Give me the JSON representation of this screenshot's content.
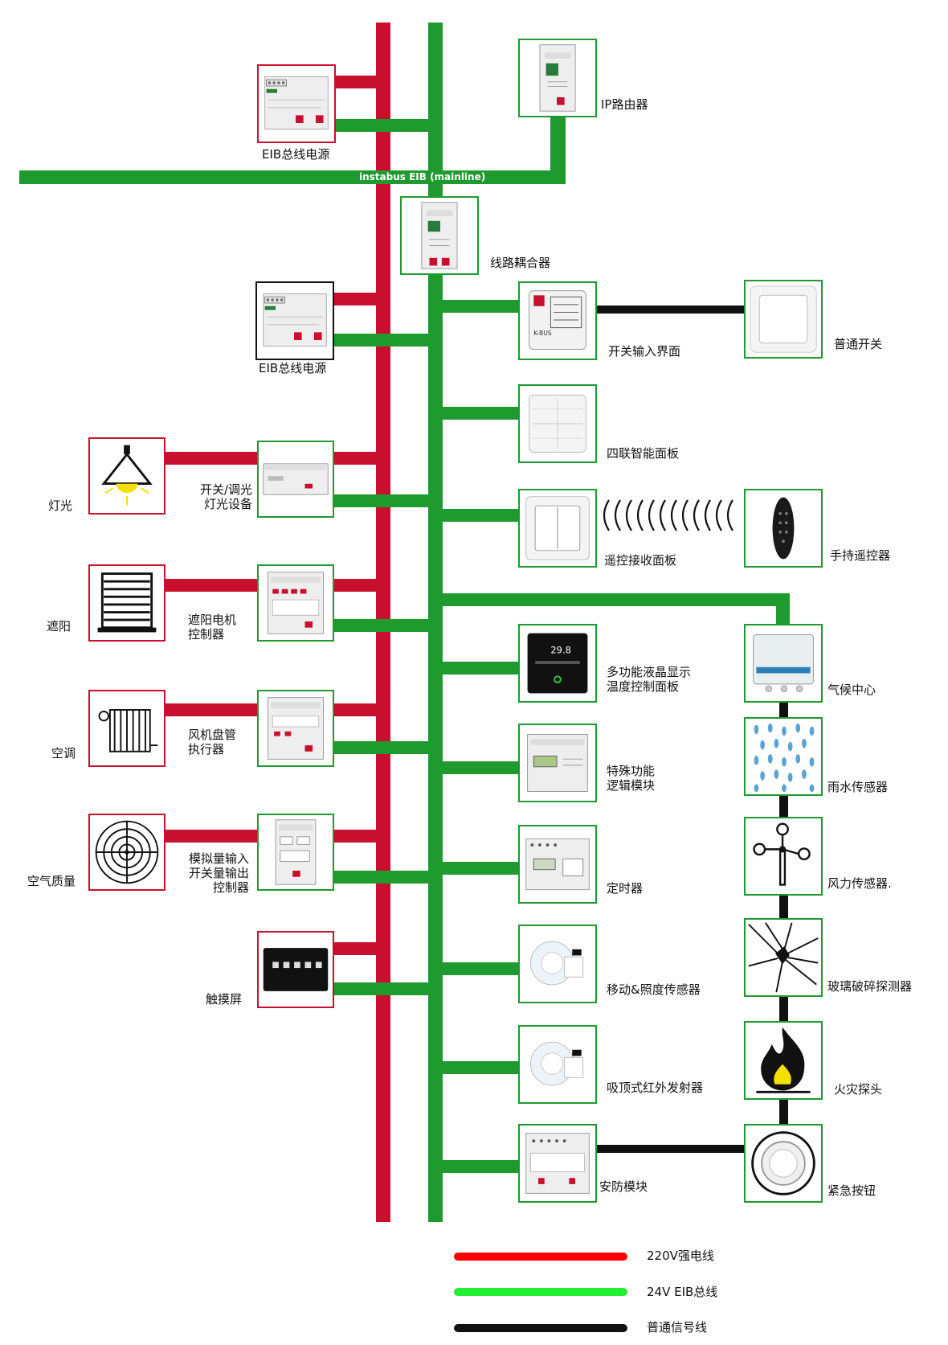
{
  "colors": {
    "power": "#c8102e",
    "bus": "#1f9a2f",
    "signal": "#111111",
    "legend_power": "#ff0000",
    "legend_bus": "#22ee33"
  },
  "mainline": {
    "label": "instabus EIB (mainline)"
  },
  "devices": {
    "psu_top": "EIB总线电源",
    "ip_router": "IP路由器",
    "line_coupler": "线路耦合器",
    "psu_mid": "EIB总线电源",
    "switch_interface": "开关输入界面",
    "normal_switch": "普通开关",
    "quad_panel": "四联智能面板",
    "remote_panel": "遥控接收面板",
    "handheld_remote": "手持遥控器",
    "lighting": "灯光",
    "dimmer": [
      "开关/调光",
      "灯光设备"
    ],
    "shading": "遮阳",
    "shade_motor": [
      "遮阳电机",
      "控制器"
    ],
    "aircon": "空调",
    "fancoil": [
      "风机盘管",
      "执行器"
    ],
    "air_quality": "空气质量",
    "analog_io": [
      "模拟量输入",
      "开关量输出",
      "控制器"
    ],
    "touchscreen": "触摸屏",
    "lcd_panel": [
      "多功能液晶显示",
      "温度控制面板"
    ],
    "logic_module": [
      "特殊功能",
      "逻辑模块"
    ],
    "timer": "定时器",
    "motion_sensor": "移动&照度传感器",
    "ir_emitter": "吸顶式红外发射器",
    "security_module": "安防模块",
    "weather_center": "气候中心",
    "rain_sensor": "雨水传感器",
    "wind_sensor": "风力传感器.",
    "glass_break": "玻璃破碎探测器",
    "fire_detector": "火灾探头",
    "emergency_button": "紧急按钮"
  },
  "legend": [
    {
      "label": "220V强电线"
    },
    {
      "label": "24V EIB总线"
    },
    {
      "label": "普通信号线"
    }
  ]
}
